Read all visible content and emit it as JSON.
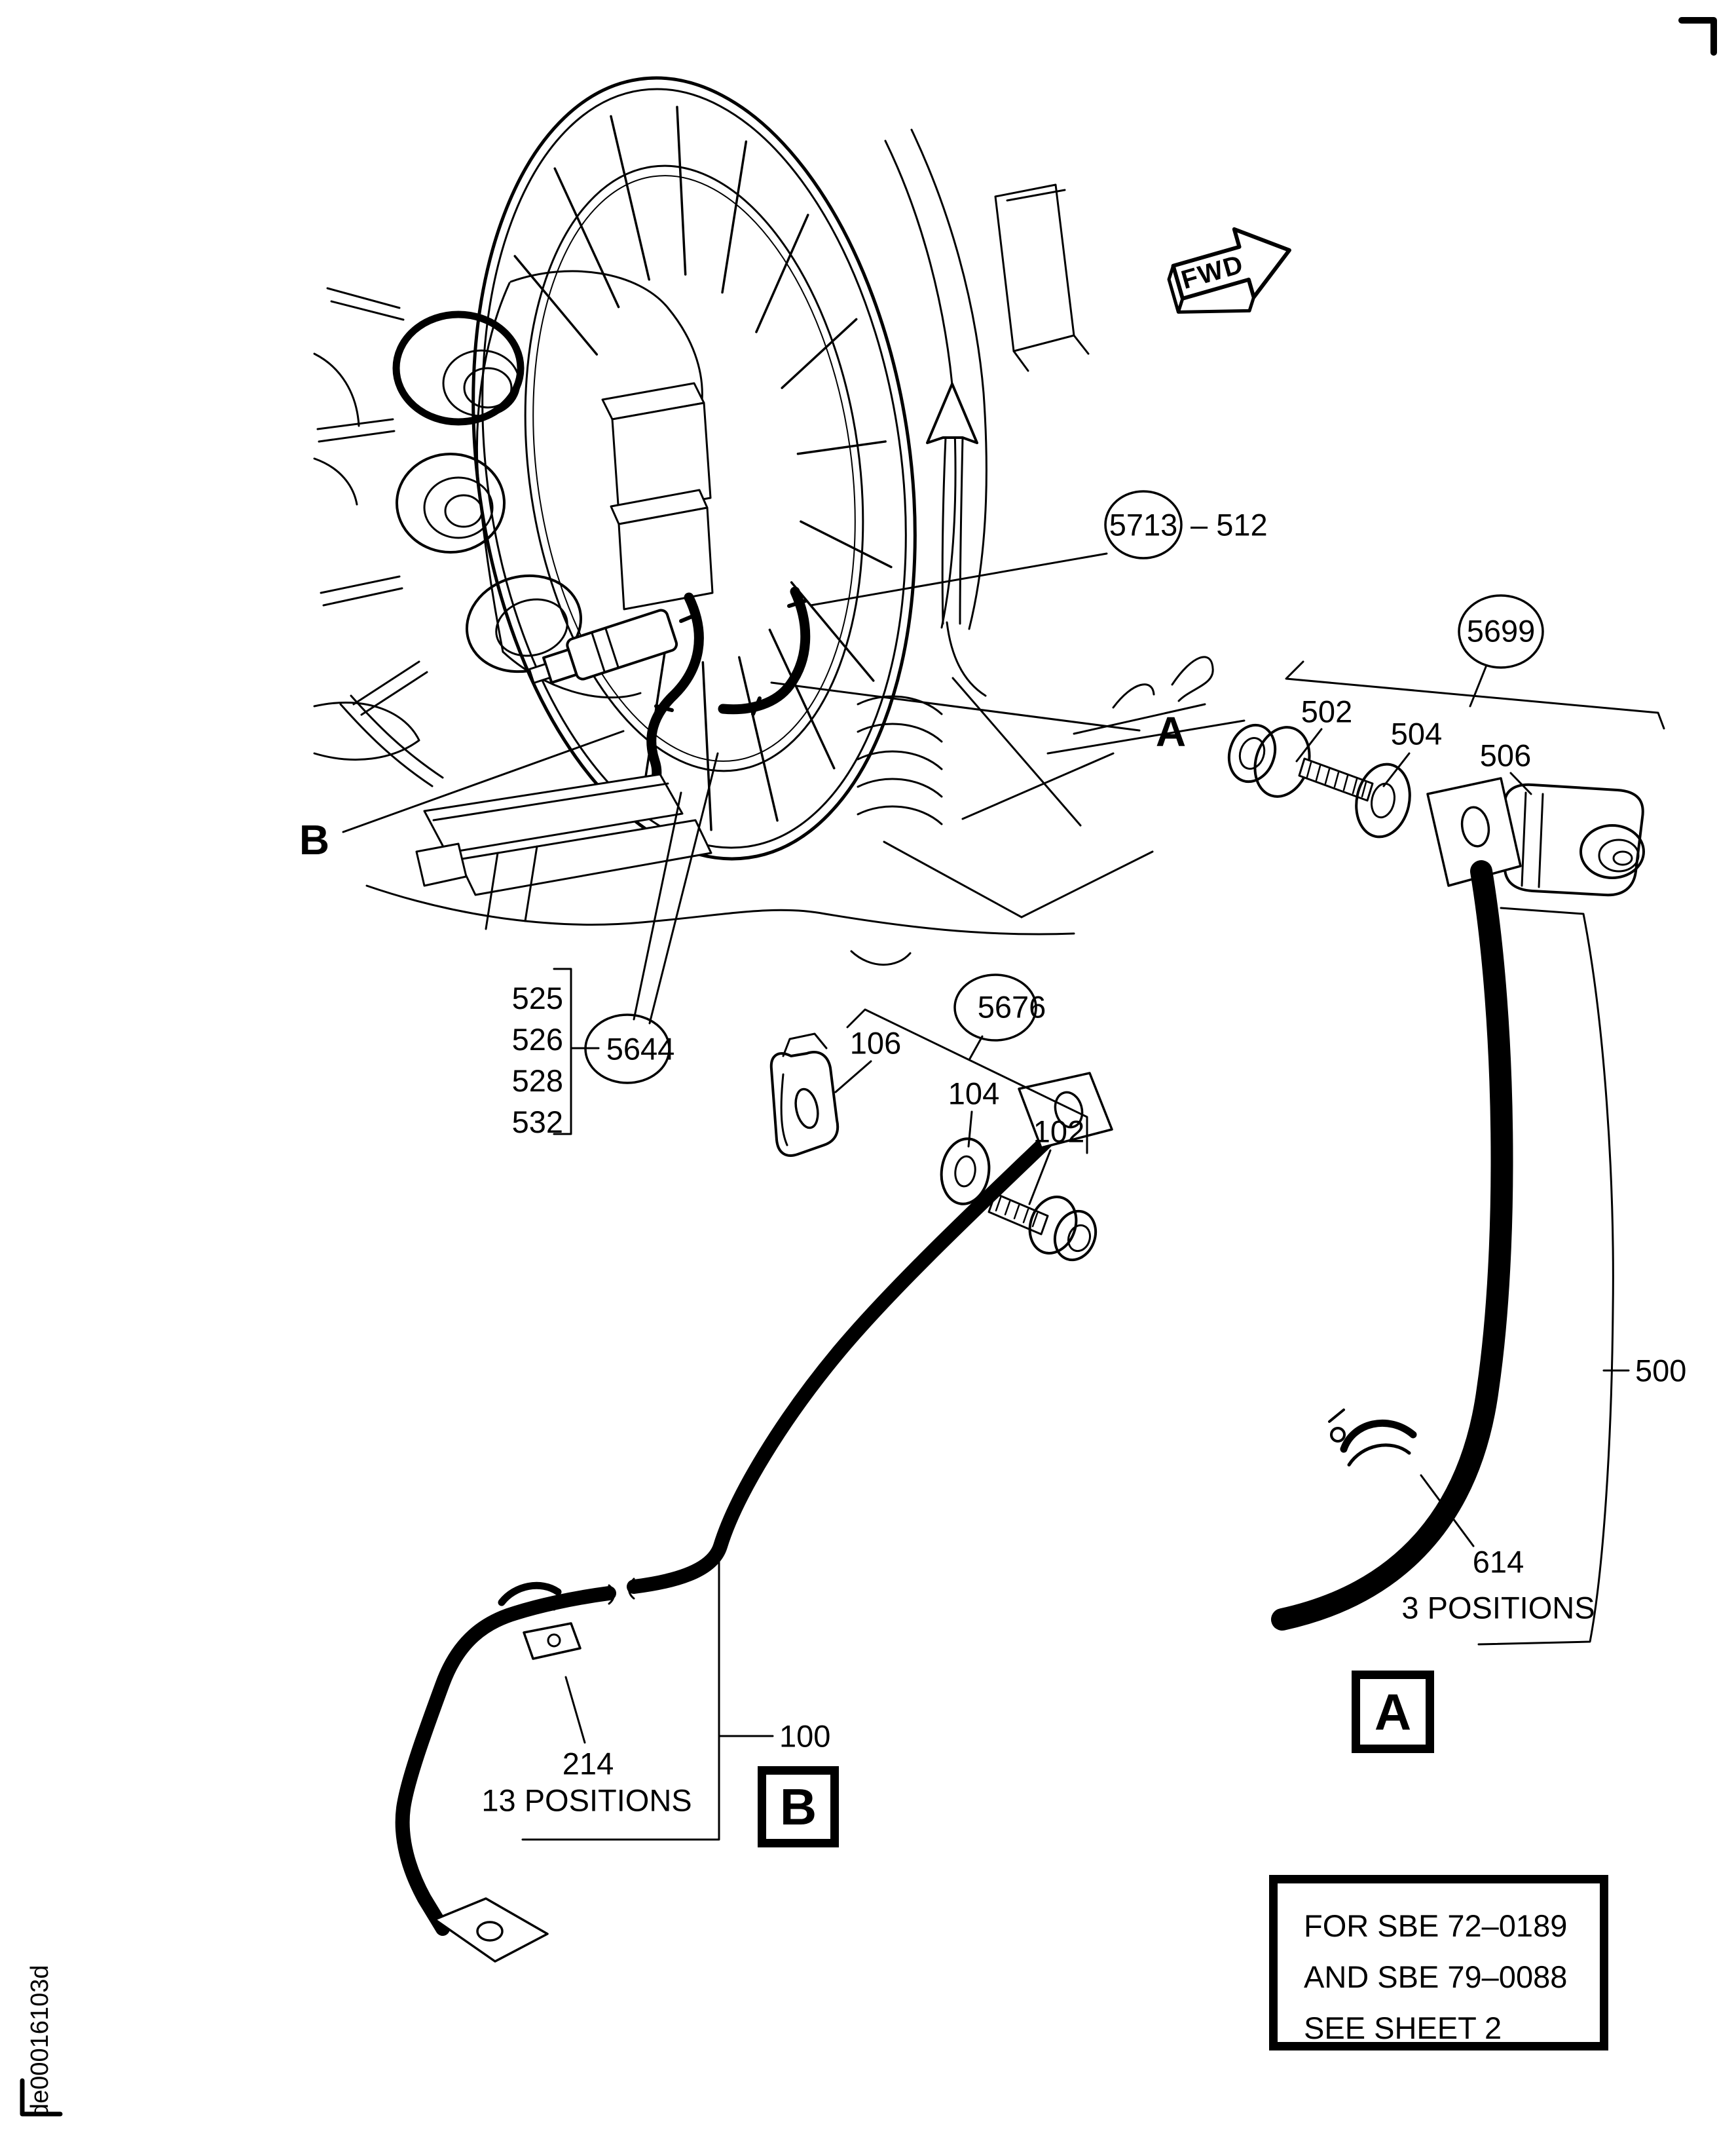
{
  "page": {
    "paper_color": "#ffffff",
    "ink_color": "#000000"
  },
  "diagram": {
    "fwd_arrow_label": "FWD",
    "view_refs": {
      "a": "A",
      "b": "B"
    },
    "detail_views": {
      "a": "A",
      "b": "B"
    },
    "callouts": {
      "item_5713": {
        "circled": "5713",
        "suffix": "– 512"
      },
      "group_5699": "5699",
      "item_502": "502",
      "item_504": "504",
      "item_506": "506",
      "item_500": "500",
      "item_614": {
        "number": "614",
        "note": "3 POSITIONS"
      },
      "variants_5644": {
        "items": [
          "525",
          "526",
          "528",
          "532"
        ],
        "circled": "5644"
      },
      "group_5676": "5676",
      "item_106": "106",
      "item_104": "104",
      "item_102": "102",
      "item_100": "100",
      "item_214": {
        "number": "214",
        "note": "13 POSITIONS"
      }
    },
    "note_box": {
      "lines": [
        "FOR SBE 72–0189",
        "AND SBE 79–0088",
        "SEE SHEET 2"
      ]
    },
    "footer_code": "de00016103d"
  }
}
